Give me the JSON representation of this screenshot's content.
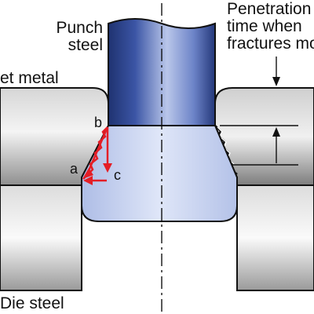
{
  "labels": {
    "punch_line1": "Punch",
    "punch_line2": "steel",
    "penetration_line1": "Penetration",
    "penetration_line2": "time when",
    "penetration_line3": "fractures mo",
    "sheet_metal": "et metal",
    "die_steel": "Die steel",
    "point_a": "a",
    "point_b": "b",
    "point_c": "c"
  },
  "colors": {
    "punch": "#3b55a5",
    "punch_highlight": "#b9c6ea",
    "sheet_metal": "#8c8c8c",
    "deformed_zone": "#c6d1f1",
    "arrow_red": "#e41e26",
    "dimension_line": "#111111"
  },
  "icons": {
    "axis": "centerline",
    "arrows": "red-vector-arrows"
  }
}
